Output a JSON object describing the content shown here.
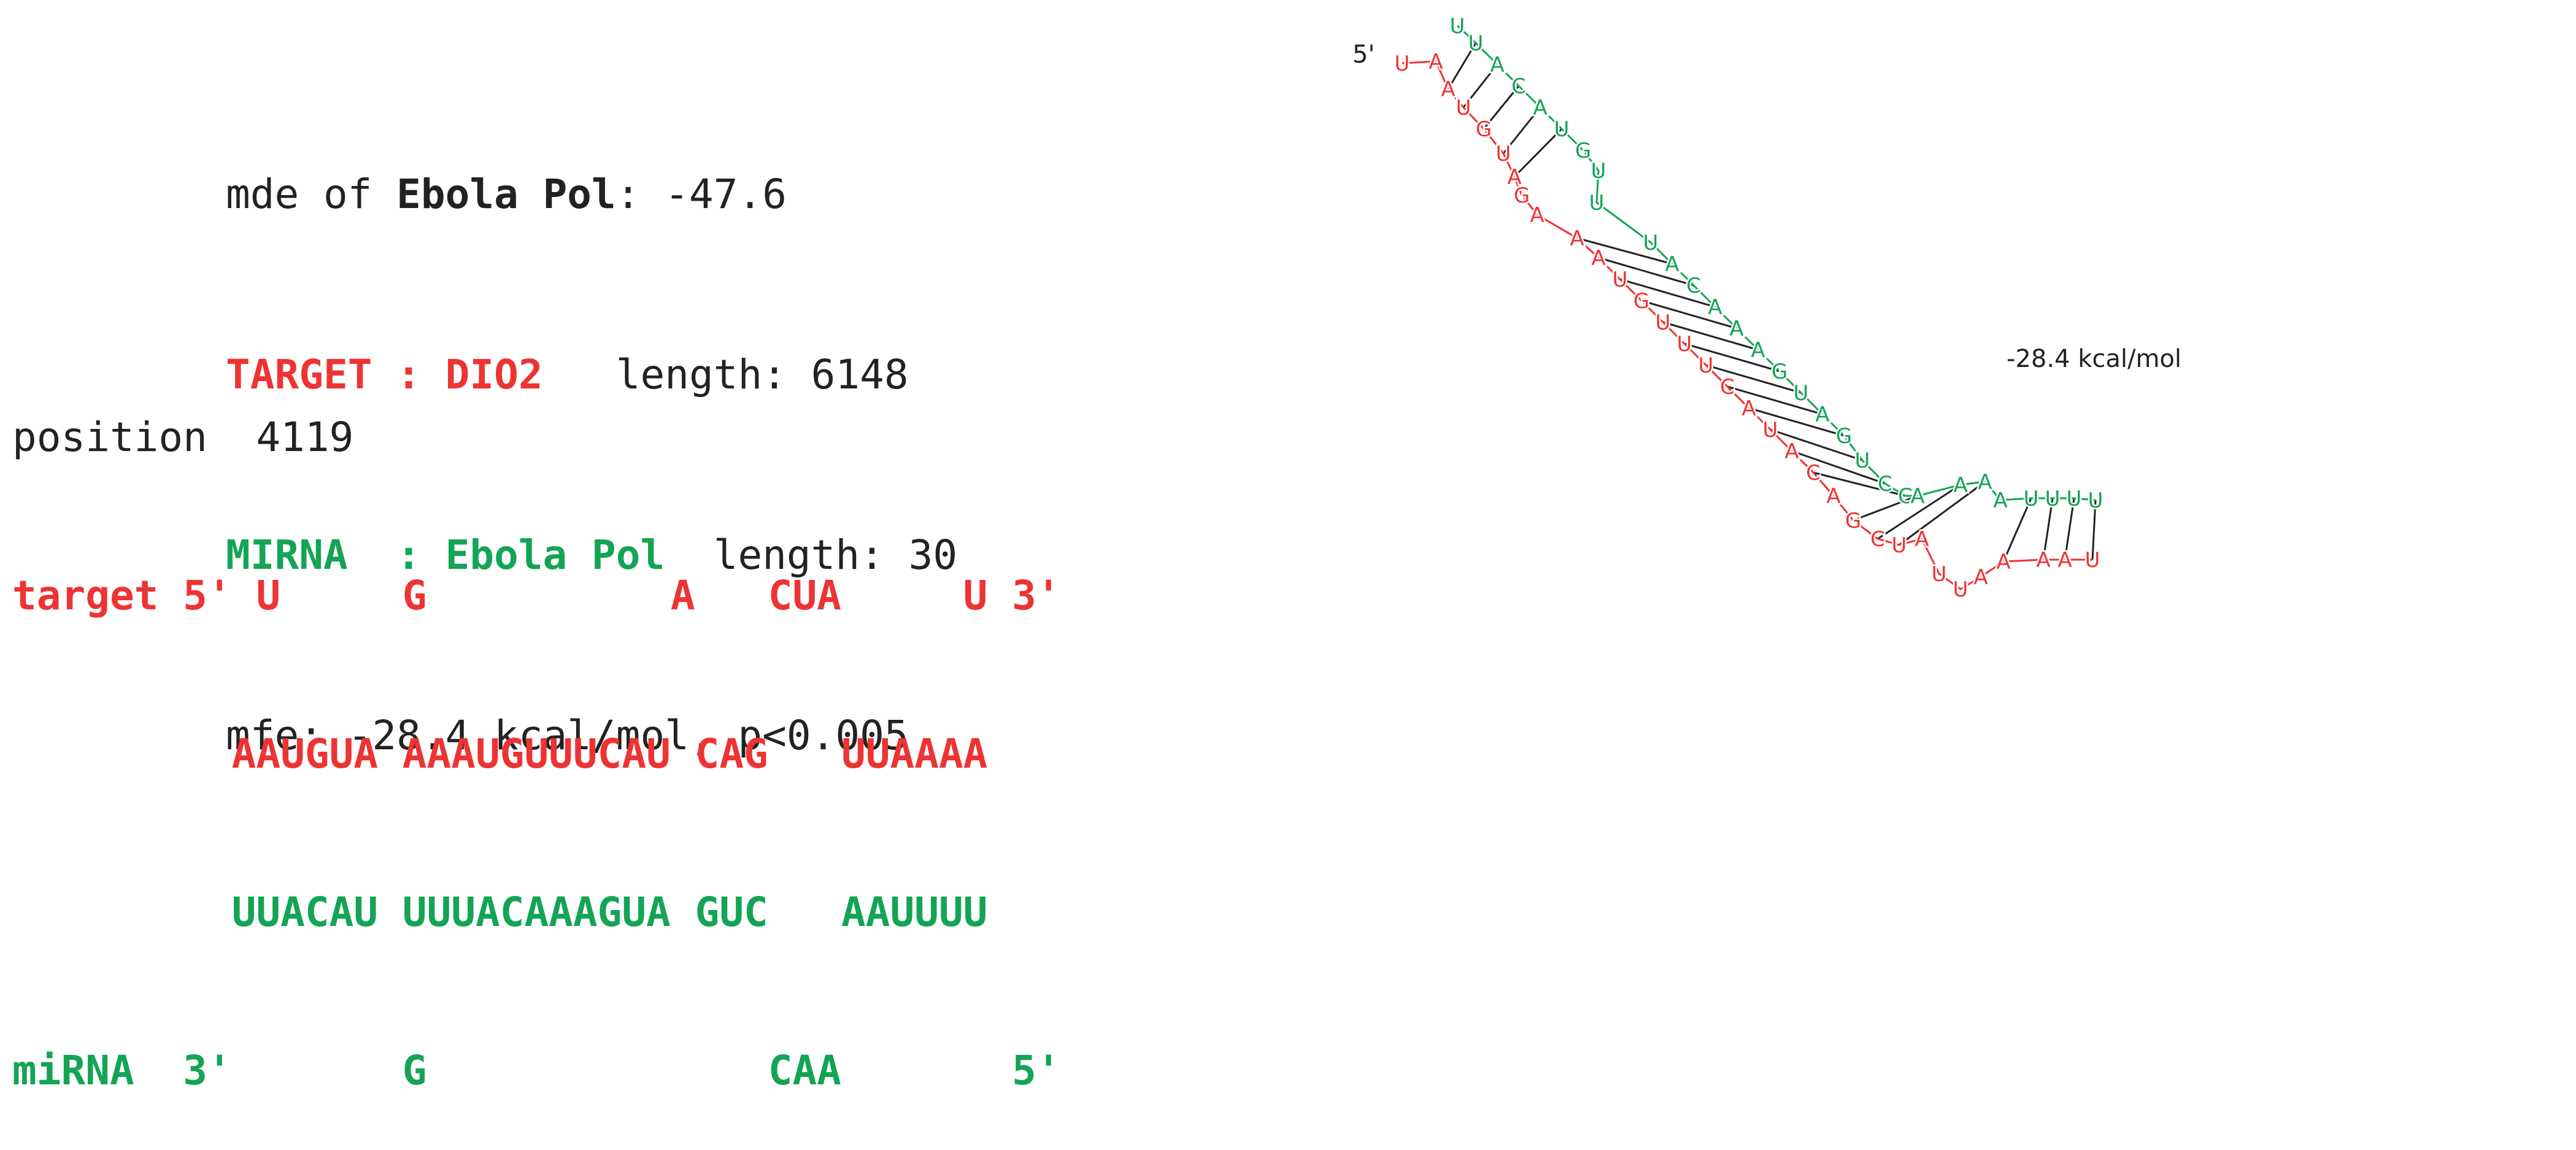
{
  "header": {
    "mde_prefix": "mde of ",
    "mde_name": "Ebola Pol",
    "mde_value": ": -47.6",
    "target_label": "TARGET : DIO2",
    "target_length": "   length: 6148",
    "mirna_label": "MIRNA  : Ebola Pol",
    "mirna_length": "  length: 30",
    "mfe_text": "mfe: -28.4 kcal/mol, p<0.005"
  },
  "alignment": {
    "position_text": "position  4119",
    "target_line": "target 5' U     G          A   CUA     U 3'",
    "target_paired": "         AAUGUA AAAUGUUUCAU CAG   UUAAAA",
    "mirna_paired": "         UUACAU UUUACAAAGUA GUC   AAUUUU",
    "mirna_line": "miRNA  3'       G              CAA       5'"
  },
  "structure": {
    "five_prime_label": "5'",
    "energy_label": "-28.4 kcal/mol",
    "colors": {
      "target": "#ee3333",
      "mirna": "#13a455",
      "bond": "#222222"
    },
    "target_strand": [
      "U",
      "A",
      "A",
      "U",
      "G",
      "U",
      "A",
      "G",
      "A",
      "A",
      "A",
      "U",
      "G",
      "U",
      "U",
      "U",
      "C",
      "A",
      "U",
      "A",
      "C",
      "A",
      "G",
      "C",
      "U",
      "A",
      "U",
      "U",
      "A",
      "A",
      "A",
      "A",
      "U"
    ],
    "mirna_strand": [
      "U",
      "U",
      "A",
      "C",
      "A",
      "U",
      "G",
      "U",
      "U",
      "U",
      "A",
      "C",
      "A",
      "A",
      "A",
      "G",
      "U",
      "A",
      "G",
      "U",
      "C",
      "C",
      "A",
      "A",
      "A",
      "A",
      "U",
      "U",
      "U",
      "U"
    ]
  }
}
